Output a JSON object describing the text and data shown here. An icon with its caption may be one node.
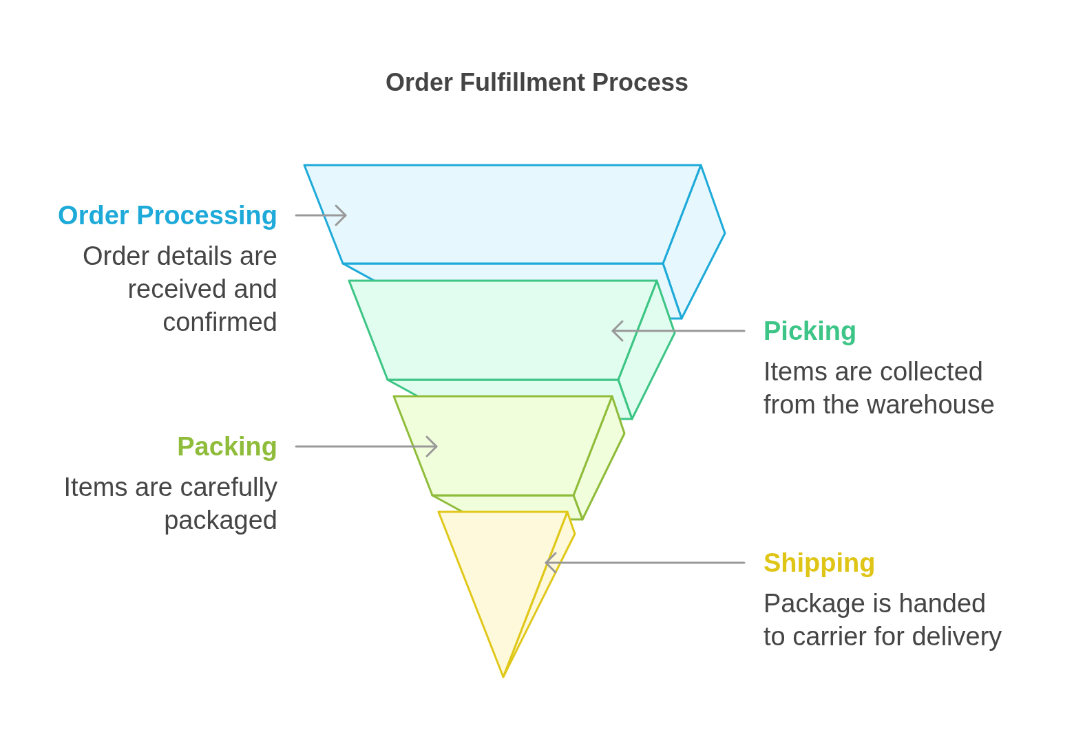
{
  "diagram": {
    "title": "Order Fulfillment Process",
    "nodes": [
      {
        "text": [],
        "shape": "trapezoid"
      },
      {
        "text": [
          "Order Processing",
          "Order details are received and confirmed"
        ]
      },
      {
        "text": [],
        "shape": "trapezoid"
      },
      {
        "text": [
          "Picking",
          "Items are collected from the warehouse"
        ]
      },
      {
        "text": [],
        "shape": "trapezoid"
      },
      {
        "text": [
          "Packing",
          "Items are carefully packaged"
        ]
      },
      {
        "text": [],
        "shape": "triangle"
      },
      {
        "text": [
          "Shipping",
          "Package is handed to carrier for delivery"
        ]
      }
    ],
    "edges": [
      {
        "from": 1,
        "to": 0,
        "arrow": "to"
      },
      {
        "from": 3,
        "to": 2,
        "arrow": "to"
      },
      {
        "from": 5,
        "to": 4,
        "arrow": "to"
      },
      {
        "from": 7,
        "to": 6,
        "arrow": "to"
      }
    ]
  }
}
